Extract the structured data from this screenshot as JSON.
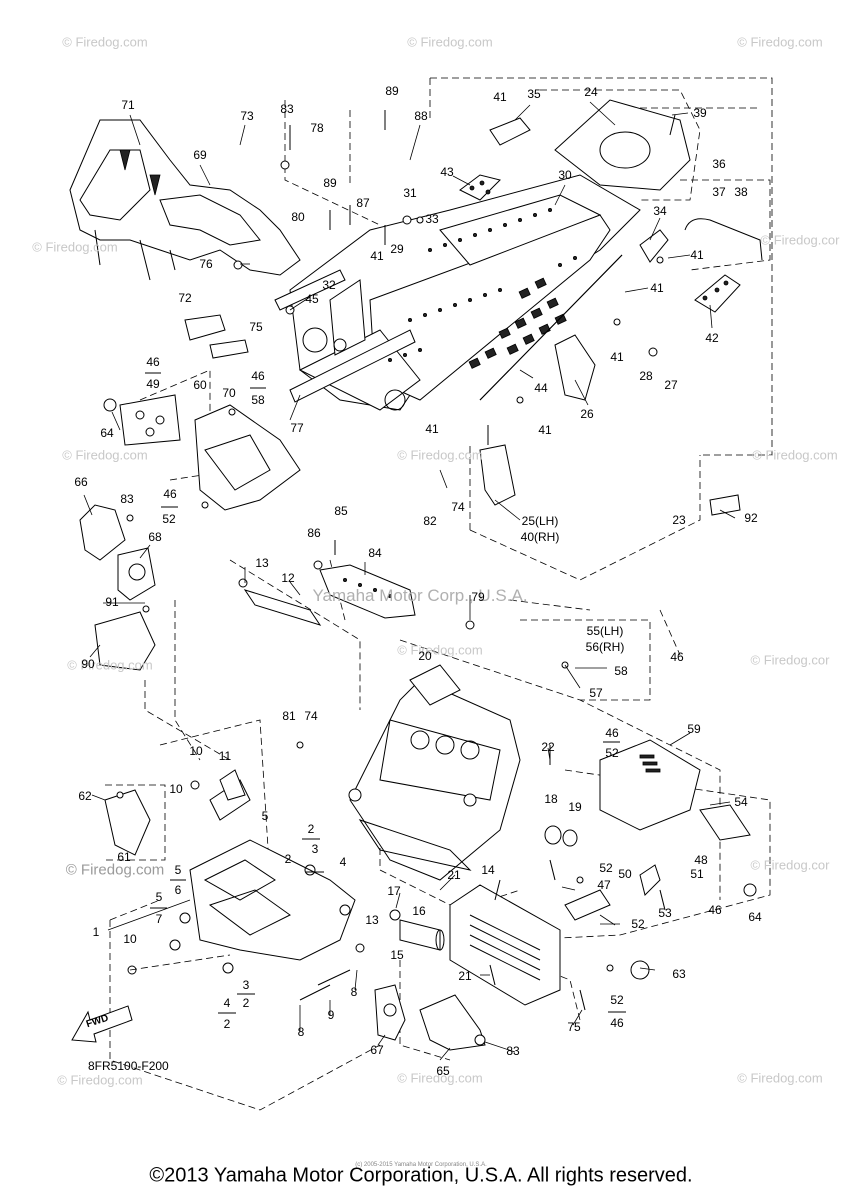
{
  "watermarks": {
    "text": "© Firedog.com",
    "text_partial": "© Firedog.cor",
    "center": "Yamaha Motor Corp., U.S.A."
  },
  "diagram_code": "8FR5100-F200",
  "fwd_label": "FWD",
  "footer": {
    "copyright": "©2013 Yamaha Motor Corporation, U.S.A. All rights reserved.",
    "tiny_print": "(c) 2005-2015 Yamaha Motor Corporation, U.S.A."
  },
  "callouts": [
    "71",
    "73",
    "83",
    "78",
    "89",
    "88",
    "41",
    "35",
    "24",
    "39",
    "69",
    "89",
    "87",
    "31",
    "33",
    "80",
    "29",
    "30",
    "43",
    "36",
    "37",
    "38",
    "34",
    "41",
    "41",
    "76",
    "41",
    "32",
    "45",
    "72",
    "75",
    "70",
    "41",
    "42",
    "28",
    "27",
    "44",
    "46",
    "49",
    "60",
    "46",
    "58",
    "77",
    "41",
    "41",
    "26",
    "64",
    "66",
    "83",
    "46",
    "52",
    "82",
    "74",
    "25(LH)",
    "40(RH)",
    "23",
    "92",
    "86",
    "85",
    "84",
    "68",
    "13",
    "12",
    "79",
    "91",
    "90",
    "55(LH)",
    "56(RH)",
    "58",
    "46",
    "20",
    "57",
    "81",
    "74",
    "46",
    "52",
    "59",
    "22",
    "10",
    "11",
    "62",
    "10",
    "18",
    "19",
    "54",
    "5",
    "2",
    "3",
    "2",
    "4",
    "48",
    "61",
    "52",
    "47",
    "50",
    "51",
    "5",
    "6",
    "17",
    "21",
    "14",
    "13",
    "53",
    "64",
    "46",
    "5",
    "7",
    "16",
    "52",
    "1",
    "10",
    "15",
    "3",
    "2",
    "21",
    "63",
    "4",
    "2",
    "8",
    "9",
    "8",
    "67",
    "75",
    "52",
    "46",
    "83",
    "65"
  ]
}
